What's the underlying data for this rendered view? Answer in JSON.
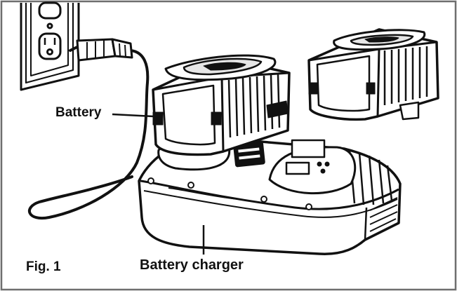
{
  "figure": {
    "labels": {
      "battery": "Battery",
      "charger": "Battery charger",
      "fig": "Fig. 1"
    },
    "colors": {
      "frame": "#6e6e6e",
      "line": "#111111",
      "fill": "#ffffff",
      "shade": "#e6e6e6"
    }
  }
}
